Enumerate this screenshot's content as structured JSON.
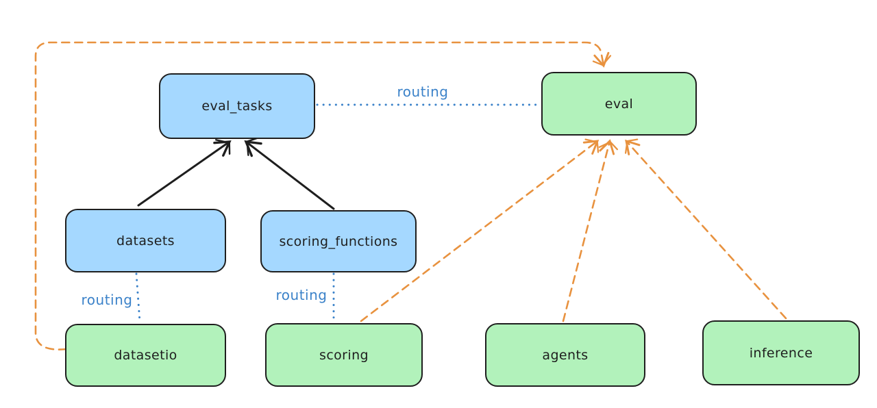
{
  "diagram": {
    "background_color": "#ffffff",
    "colors": {
      "blue_node_fill": "#a5d8ff",
      "green_node_fill": "#b2f2bb",
      "node_stroke": "#1e1e1e",
      "routing_line_blue": "#3b82c9",
      "dependency_arrow_orange": "#e8923f",
      "solid_arrow_black": "#1e1e1e"
    },
    "nodes": [
      {
        "id": "eval_tasks",
        "label": "eval_tasks",
        "kind": "blue"
      },
      {
        "id": "eval",
        "label": "eval",
        "kind": "green"
      },
      {
        "id": "datasets",
        "label": "datasets",
        "kind": "blue"
      },
      {
        "id": "scoring_functions",
        "label": "scoring_functions",
        "kind": "blue"
      },
      {
        "id": "datasetio",
        "label": "datasetio",
        "kind": "green"
      },
      {
        "id": "scoring",
        "label": "scoring",
        "kind": "green"
      },
      {
        "id": "agents",
        "label": "agents",
        "kind": "green"
      },
      {
        "id": "inference",
        "label": "inference",
        "kind": "green"
      }
    ],
    "edge_labels": [
      {
        "id": "routing-eval-tasks-eval",
        "text": "routing"
      },
      {
        "id": "routing-datasets-datasetio",
        "text": "routing"
      },
      {
        "id": "routing-scoring-functions-scoring",
        "text": "routing"
      }
    ],
    "edges": [
      {
        "from": "datasets",
        "to": "eval_tasks",
        "style": "solid-black-arrow"
      },
      {
        "from": "scoring_functions",
        "to": "eval_tasks",
        "style": "solid-black-arrow"
      },
      {
        "from": "eval_tasks",
        "to": "eval",
        "style": "dotted-blue",
        "label": "routing"
      },
      {
        "from": "datasets",
        "to": "datasetio",
        "style": "dotted-blue",
        "label": "routing"
      },
      {
        "from": "scoring_functions",
        "to": "scoring",
        "style": "dotted-blue",
        "label": "routing"
      },
      {
        "from": "datasetio",
        "to": "eval",
        "style": "dashed-orange-arrow"
      },
      {
        "from": "scoring",
        "to": "eval",
        "style": "dashed-orange-arrow"
      },
      {
        "from": "agents",
        "to": "eval",
        "style": "dashed-orange-arrow"
      },
      {
        "from": "inference",
        "to": "eval",
        "style": "dashed-orange-arrow"
      }
    ]
  }
}
